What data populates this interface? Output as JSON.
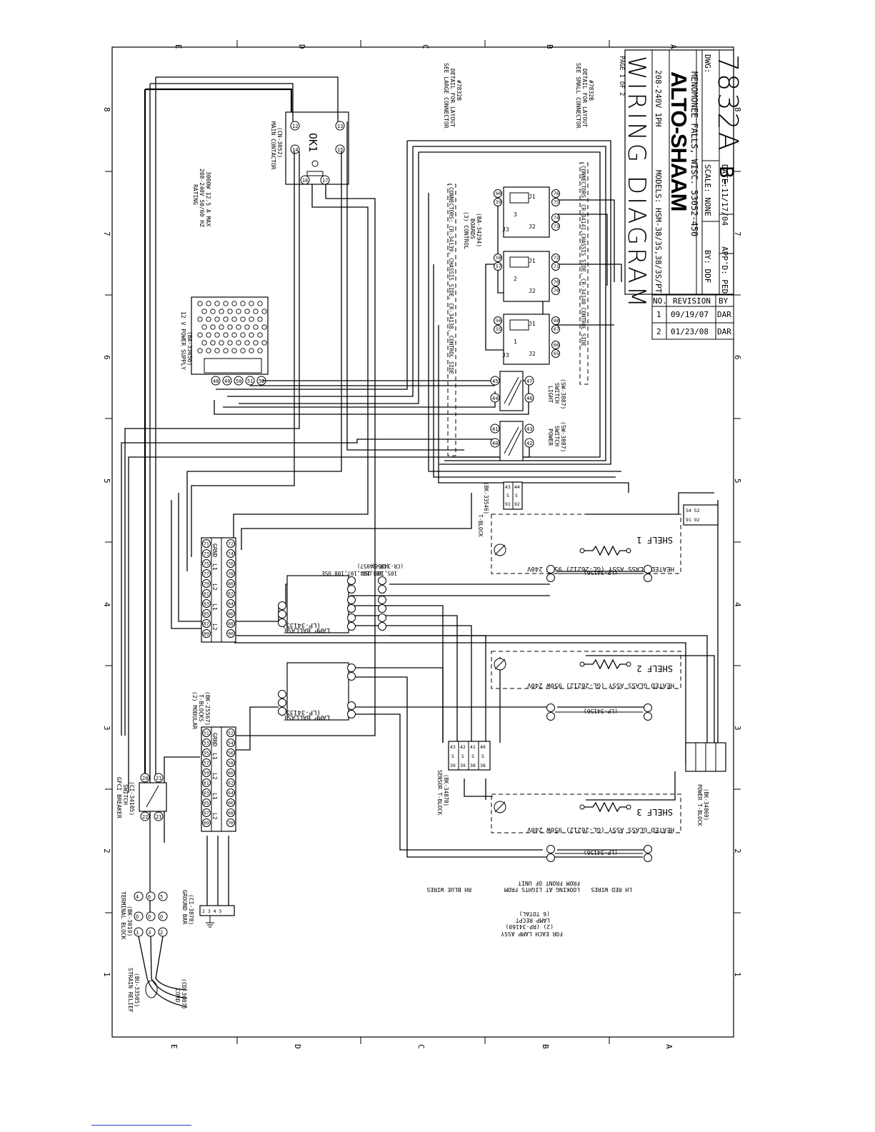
{
  "title_block": {
    "title": "WIRING DIAGRAM",
    "page": "PAGE 1 OF 2",
    "models": "MODELS: HSM-38/3S,38/3S/PT",
    "power": "208-240V 1PH",
    "brand": "ALTO-SHAAM",
    "location": "MENOMONEE FALLS, WISC. 53052-450",
    "by": "BY: DDF",
    "appd": "APP'D: PED",
    "scale": "SCALE: NONE",
    "date": "DATE:11/17/04",
    "dwg_label": "DWG:",
    "dwg_number": "7832A",
    "dwg_prefix": "B-",
    "revision_header": [
      "NO.",
      "REVISION",
      "BY"
    ],
    "revisions": [
      {
        "no": "1",
        "date": "09/19/07",
        "by": "DAR"
      },
      {
        "no": "2",
        "date": "01/23/08",
        "by": "DAR"
      }
    ]
  },
  "border": {
    "rows_top": [
      "E",
      "D",
      "C",
      "B",
      "A"
    ],
    "rows_bottom": [
      "E",
      "D",
      "C",
      "B",
      "A"
    ],
    "cols": [
      "8",
      "7",
      "6",
      "5",
      "4",
      "3",
      "2",
      "1"
    ]
  },
  "notes": {
    "large_connector": [
      "SEE LARGE CONNECTOR",
      "DETAIL FOR LAYOUT",
      "#7832B"
    ],
    "small_connector": [
      "SEE SMALL CONNECTOR",
      "DETAIL FOR LAYOUT",
      "#7832B"
    ],
    "rating": [
      "RATING",
      "208-240V 50/60 HZ",
      "3000W 12.5 A MAX"
    ],
    "lamp_assy": [
      "FOR EACH LAMP ASSY",
      "(2) (RP-34160)",
      "LAMP RECPT",
      "(6 TOTAL)"
    ],
    "looking": [
      "LH RED WIRES",
      "LOOKING AT LIGHTS FROM",
      "FROM FRONT OF UNIT",
      "RH BLUE WIRES"
    ],
    "lamp_use_1": [
      "103,104,107,108 USE",
      "(CR-34057)"
    ],
    "lamp_use_2": [
      "105,106 USE",
      "(CR-34056)"
    ]
  },
  "components": {
    "main_contactor": [
      "MAIN CONTACTOR",
      "(CN-3052)"
    ],
    "contactor_code": "OK1",
    "power_supply": [
      "12 V POWER SUPPLY",
      "(BA-33656)"
    ],
    "light_switch": [
      "LIGHT",
      "SWITCH",
      "(SW-3887)"
    ],
    "power_switch": [
      "POWER",
      "SWITCH",
      "(SW-3887)"
    ],
    "control_boards": [
      "(3) CONTROL",
      "BOARDS",
      "(BA-34294)"
    ],
    "conn_large": "CONNECTORS: CR-34139, CHASSIS SIDE, CR-34138, CONTROL SIDE",
    "conn_small": "CONNECTORS: CR-34141,CHASSIS SIDE, CR-34140 CONTROL SIDE",
    "t_block_top": [
      "T-BLOCK",
      "(BK-33546)"
    ],
    "shelf_1": "SHELF 1",
    "shelf_2": "SHELF 2",
    "shelf_3": "SHELF 3",
    "heated_glass": "HEATED GLASS ASSY (GL-26212) 950W 240V",
    "lamp_ballast": "LAMP BALLAST",
    "lamp_ballast_code": "(LP-34135)",
    "lamp_code": "(LP-34156)",
    "modular": [
      "(2) MODULAR",
      "T-BLOCKS",
      "(BK-25567)"
    ],
    "gfci": [
      "GFCI BREAKER",
      "SWITCH",
      "(CI-34105)"
    ],
    "terminal_block": [
      "TERMINAL BLOCK",
      "(BK-3019)"
    ],
    "ground_bar": [
      "GROUND BAR",
      "(CI-3878)"
    ],
    "strain_relief": [
      "STRAIN RELIEF",
      "(BU-33505)"
    ],
    "cord": [
      "CORD",
      "(CD-3607)"
    ],
    "sensor_tblock": [
      "SENSOR T-BLOCK",
      "(BK-34070)"
    ],
    "power_tblock": [
      "POWER T-BLOCK",
      "(BK-34069)"
    ],
    "modular_top_row": [
      "71",
      "73",
      "75",
      "77",
      "79",
      "81",
      "83",
      "85",
      "87",
      "89"
    ],
    "modular_top_labels": [
      "GRND",
      "L1",
      "L2",
      "L1",
      "L2"
    ],
    "modular_bot_row": [
      "51",
      "53",
      "55",
      "57",
      "59",
      "61",
      "63",
      "65",
      "67",
      "69"
    ],
    "modular_bot_labels": [
      "GRND",
      "L1",
      "L2",
      "L1",
      "L2"
    ]
  }
}
